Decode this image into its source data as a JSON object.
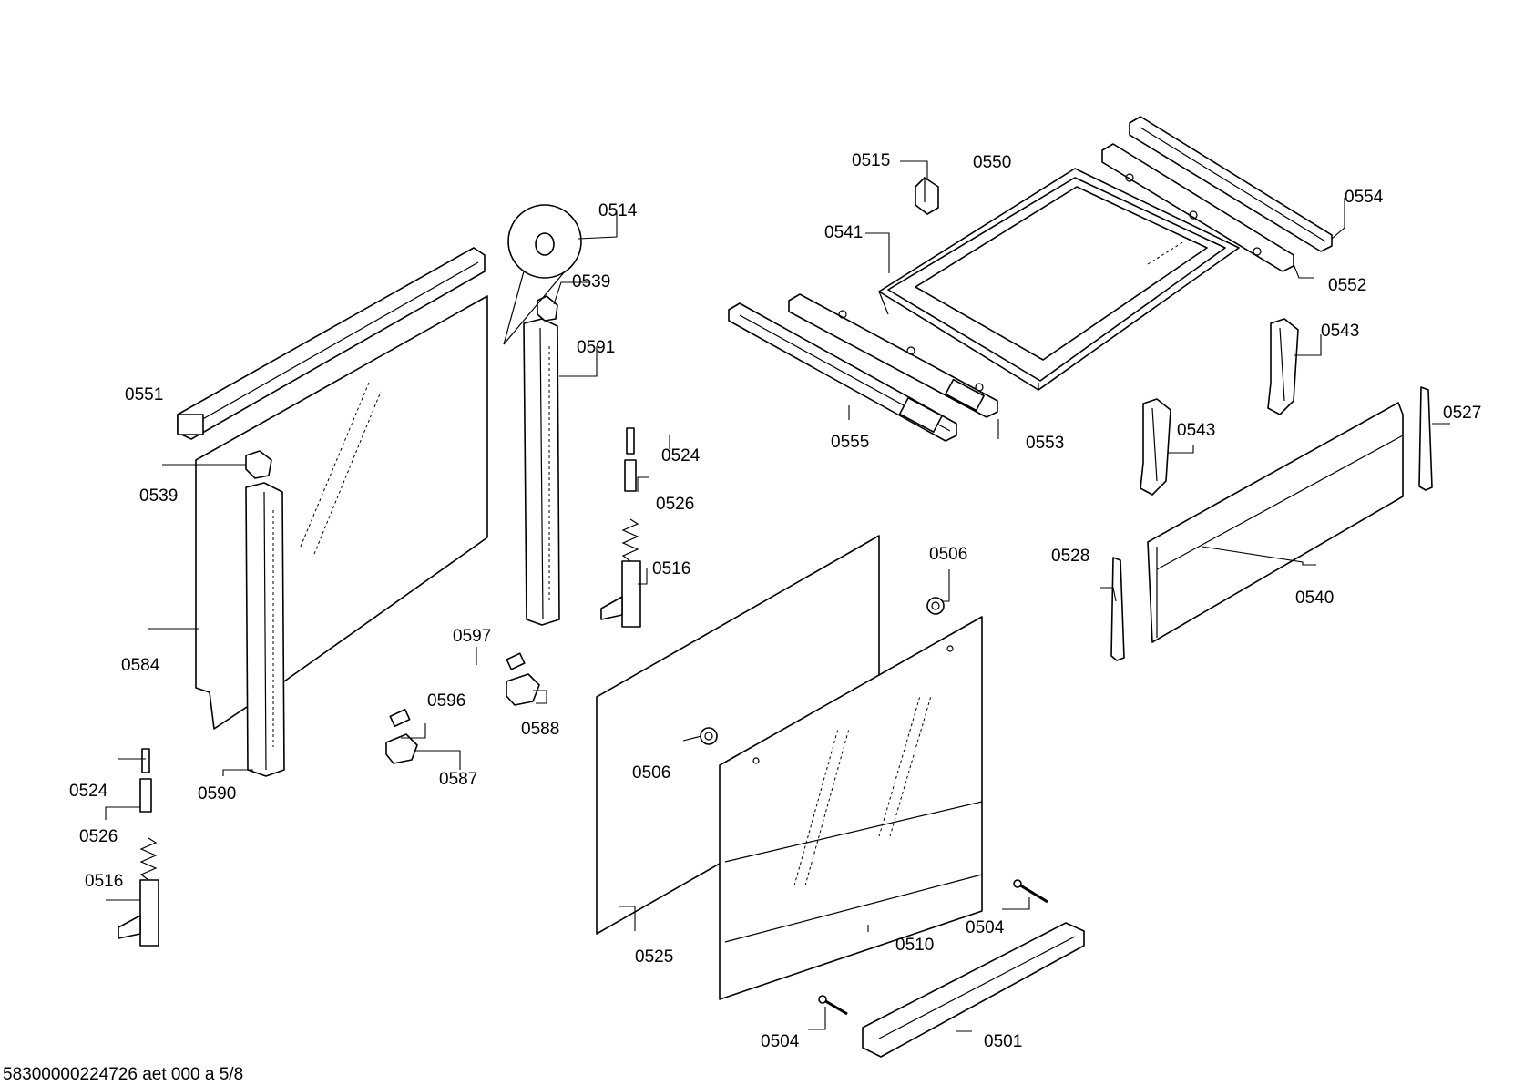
{
  "labels": {
    "l0515": "0515",
    "l0550": "0550",
    "l0554": "0554",
    "l0514": "0514",
    "l0541": "0541",
    "l0552": "0552",
    "l0539a": "0539",
    "l0591": "0591",
    "l0543a": "0543",
    "l0551": "0551",
    "l0527": "0527",
    "l0543b": "0543",
    "l0555": "0555",
    "l0553": "0553",
    "l0524a": "0524",
    "l0539b": "0539",
    "l0526a": "0526",
    "l0506a": "0506",
    "l0528": "0528",
    "l0516a": "0516",
    "l0540": "0540",
    "l0584": "0584",
    "l0597": "0597",
    "l0596": "0596",
    "l0588": "0588",
    "l0506b": "0506",
    "l0587": "0587",
    "l0524b": "0524",
    "l0590": "0590",
    "l0526b": "0526",
    "l0516b": "0516",
    "l0504a": "0504",
    "l0510": "0510",
    "l0525": "0525",
    "l0504b": "0504",
    "l0501": "0501"
  },
  "footer": {
    "text": "58300000224726 aet 000 a 5/8"
  }
}
